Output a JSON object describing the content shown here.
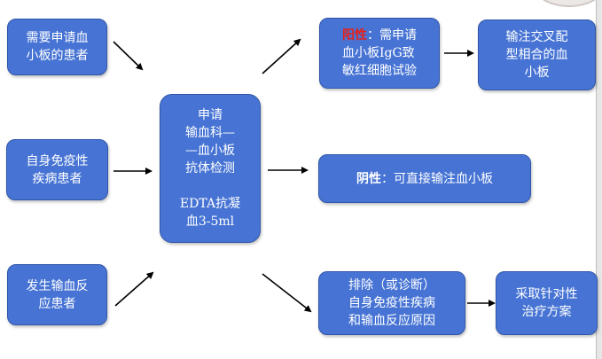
{
  "left_boxes": [
    {
      "text": "需要申请血\n小板的患者"
    },
    {
      "text": "自身免疫性\n疾病患者"
    },
    {
      "text": "发生输血反\n应患者"
    }
  ],
  "center_box": {
    "text": "申请\n输血科—\n—血小板\n抗体检测\n\nEDTA抗凝\n血3-5ml"
  },
  "positive_box": {
    "label": "阳性",
    "text": "：需申请\n血小板IgG致\n敏红细胞试验"
  },
  "crossmatch_box": {
    "text": "输注交叉配\n型相合的血\n小板"
  },
  "negative_box": {
    "label": "阴性",
    "text": "：可直接输注血小板"
  },
  "exclude_box": {
    "text": "排除（或诊断）\n自身免疫性疾病\n和输血反应原因"
  },
  "treatment_box": {
    "text": "采取针对性\n治疗方案"
  },
  "colors": {
    "box_fill": "#4774d4",
    "box_border": "#2f55a8",
    "positive_label": "#e2211c",
    "arrow": "#000000"
  }
}
